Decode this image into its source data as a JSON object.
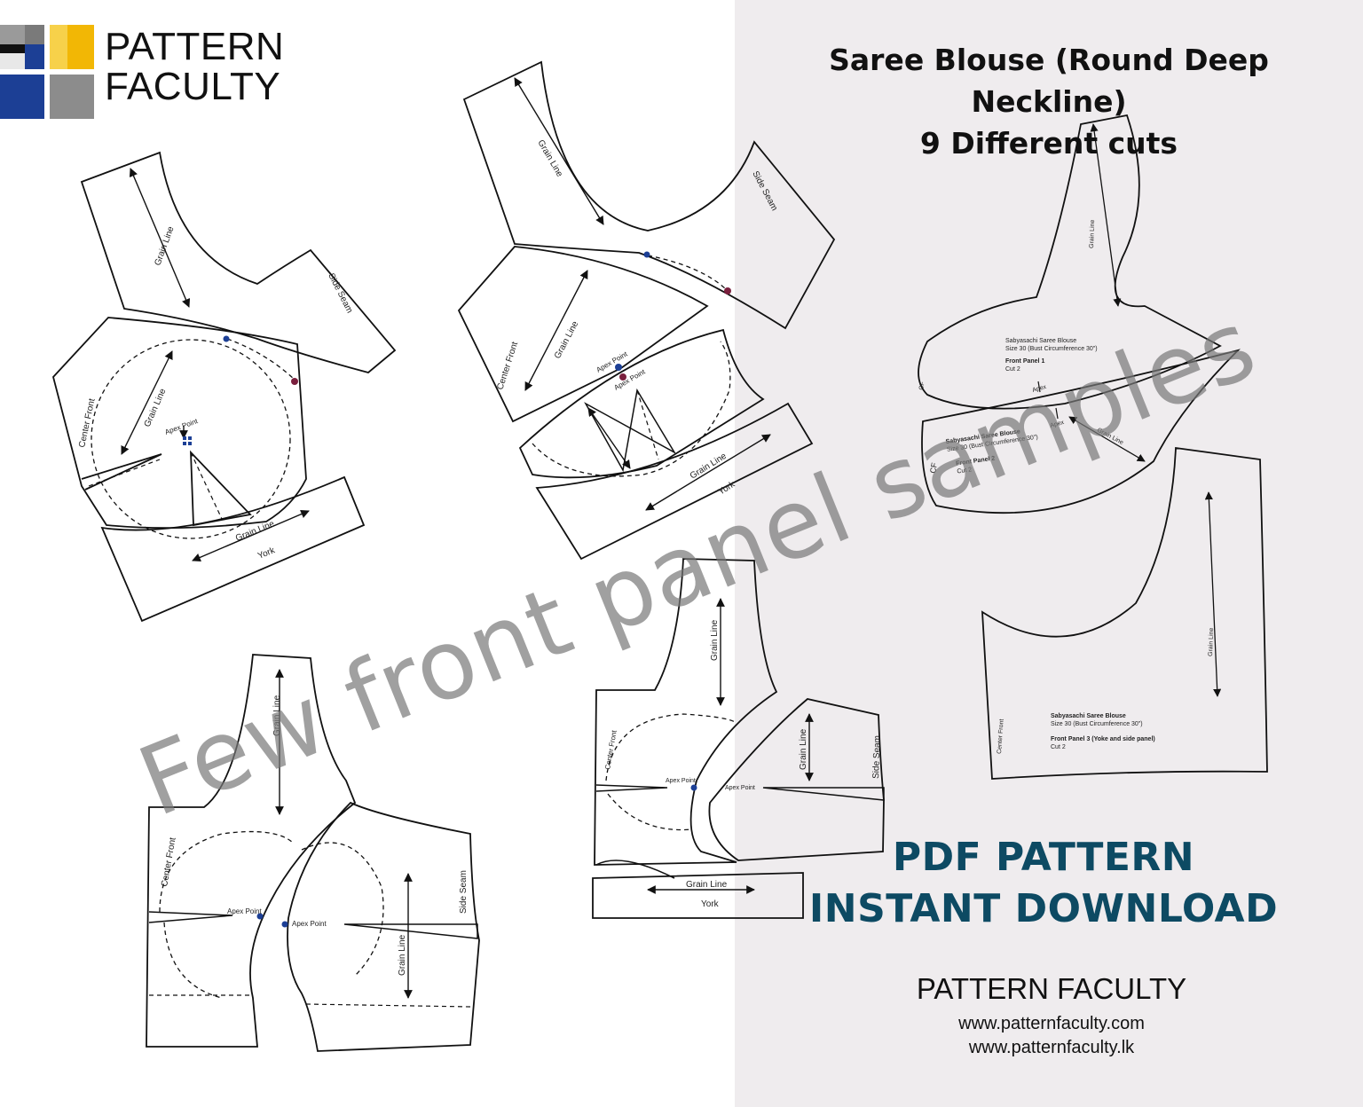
{
  "brand": {
    "line1": "PATTERN",
    "line2": "FACULTY"
  },
  "title": {
    "line1": "Saree Blouse (Round Deep Neckline)",
    "line2": "9 Different cuts"
  },
  "watermark": "Few front panel samples",
  "labels": {
    "grain_line": "Grain Line",
    "side_seam": "Side Seam",
    "center_front": "Center Front",
    "apex_point": "Apex Point",
    "apex": "Apex",
    "york": "York",
    "cf": "CF"
  },
  "panels": [
    {
      "product": "Sabyasachi Saree Blouse",
      "size": "Size 30 (Bust Circumference 30\")",
      "name": "Front Panel 1",
      "cut": "Cut 2"
    },
    {
      "product": "Sabyasachi Saree Blouse",
      "size": "Size 30 (Bust Circumference 30\")",
      "name": "Front Panel 2",
      "cut": "Cut 2"
    },
    {
      "product": "Sabyasachi Saree Blouse",
      "size": "Size 30 (Bust Circumference 30\")",
      "name": "Front Panel 3 (Yoke and side panel)",
      "cut": "Cut 2"
    }
  ],
  "cta": {
    "line1": "PDF PATTERN",
    "line2": "INSTANT DOWNLOAD"
  },
  "footer": {
    "brand": "PATTERN FACULTY",
    "url1": "www.patternfaculty.com",
    "url2": "www.patternfaculty.lk"
  },
  "colors": {
    "cta": "#0d4a63",
    "logo_yellow": "#f2b705",
    "logo_blue": "#1c3f95",
    "logo_gray": "#8c8c8c",
    "panel_bg": "#efecee"
  }
}
